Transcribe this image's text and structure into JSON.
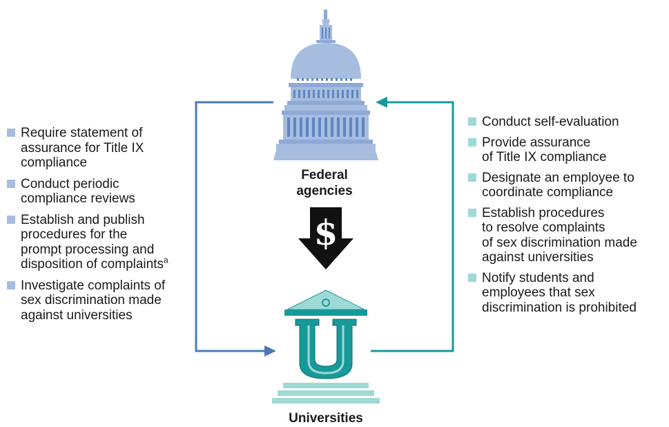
{
  "federal": {
    "label_line1": "Federal",
    "label_line2": "agencies",
    "icon": "capitol-dome-icon"
  },
  "university": {
    "label": "Universities",
    "icon": "university-building-icon"
  },
  "funding": {
    "symbol": "$",
    "icon": "funding-arrow-icon"
  },
  "colors": {
    "federal_blue": "#a6bddf",
    "federal_arrow": "#4c79b7",
    "university_teal": "#17999a",
    "university_light": "#9fd9d6",
    "funding_arrow": "#111111"
  },
  "federal_responsibilities": [
    {
      "lines": [
        "Require statement of",
        "assurance for Title IX",
        "compliance"
      ]
    },
    {
      "lines": [
        "Conduct periodic",
        "compliance reviews"
      ]
    },
    {
      "lines": [
        "Establish and publish",
        "procedures for the",
        "prompt processing and",
        "disposition of complaints"
      ],
      "superscript": "a"
    },
    {
      "lines": [
        "Investigate complaints of",
        "sex discrimination made",
        "against universities"
      ]
    }
  ],
  "university_responsibilities": [
    {
      "lines": [
        "Conduct self-evaluation"
      ]
    },
    {
      "lines": [
        "Provide assurance",
        "of Title IX compliance"
      ]
    },
    {
      "lines": [
        "Designate an employee to",
        "coordinate compliance"
      ]
    },
    {
      "lines": [
        "Establish procedures",
        "to resolve complaints",
        "of sex discrimination made",
        "against universities"
      ]
    },
    {
      "lines": [
        "Notify students and",
        "employees that sex",
        "discrimination is prohibited"
      ]
    }
  ]
}
